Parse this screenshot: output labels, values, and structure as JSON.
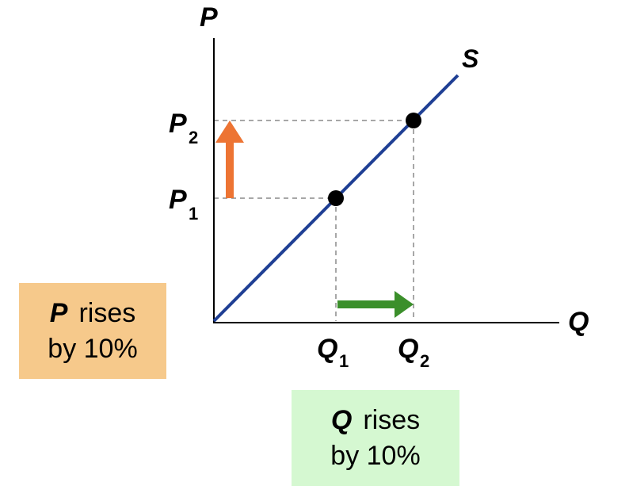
{
  "axes": {
    "y_label": "P",
    "x_label": "Q"
  },
  "curve": {
    "label": "S",
    "color": "#1f3f94"
  },
  "points": [
    {
      "p_label": "P",
      "p_sub": "1",
      "q_label": "Q",
      "q_sub": "1"
    },
    {
      "p_label": "P",
      "p_sub": "2",
      "q_label": "Q",
      "q_sub": "2"
    }
  ],
  "arrows": {
    "price_color": "#ed7433",
    "quantity_color": "#3b8f2b"
  },
  "notes": {
    "price": {
      "var": "P",
      "line1": "rises",
      "line2": "by 10%",
      "bg": "#f6c98b"
    },
    "quantity": {
      "var": "Q",
      "line1": "rises",
      "line2": "by 10%",
      "bg": "#d5f8d1"
    }
  }
}
